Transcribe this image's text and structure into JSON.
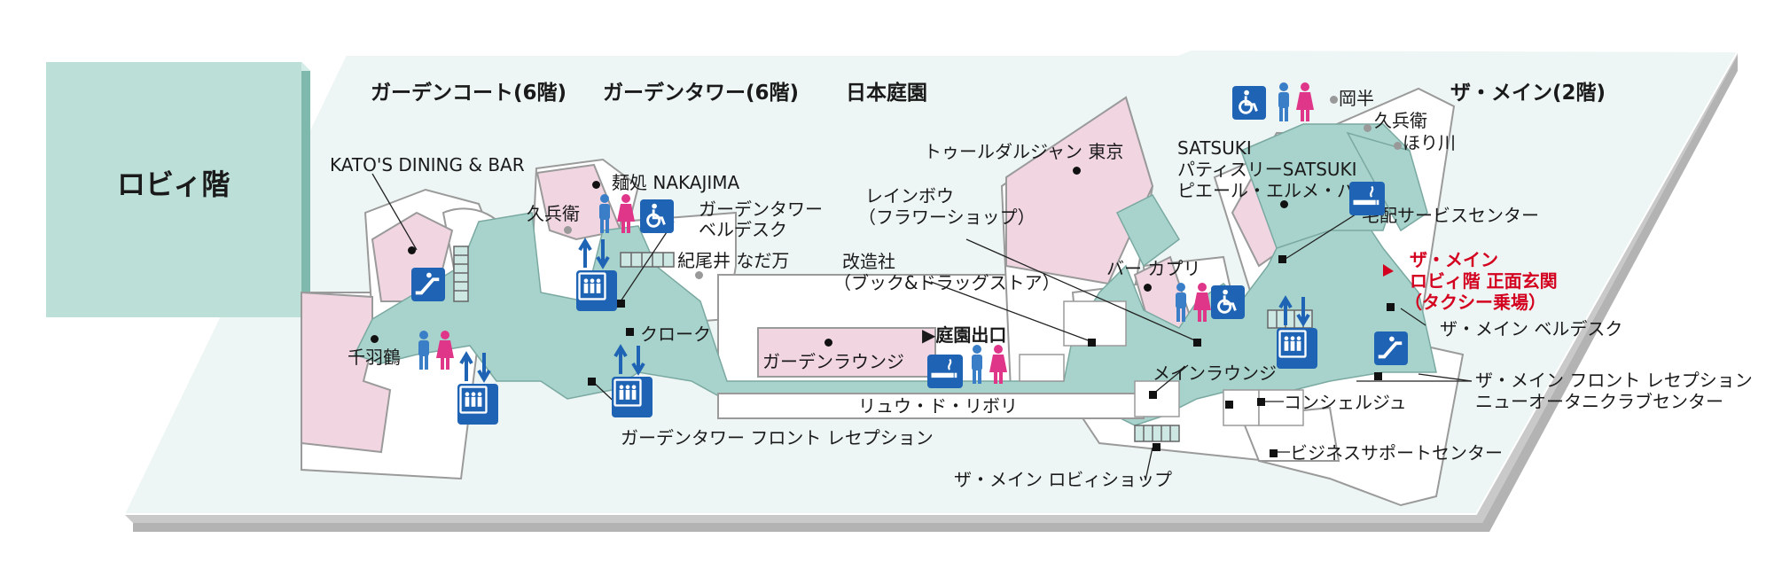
{
  "floor_title": "ロビィ階",
  "buildings": {
    "garden_court": "ガーデンコート(6階)",
    "garden_tower": "ガーデンタワー(6階)",
    "garden": "日本庭園",
    "the_main": "ザ・メイン(2階)"
  },
  "places": {
    "katos": "KATO'S DINING & BAR",
    "nakajima": "麺処 NAKAJIMA",
    "kyubey_left": "久兵衛",
    "gt_bell_1": "ガーデンタワー",
    "gt_bell_2": "ベルデスク",
    "kioi": "紀尾井 なだ万",
    "cloak": "クローク",
    "senbazuru": "千羽鶴",
    "garden_lounge": "ガーデンラウンジ",
    "garden_exit": "▶庭園出口",
    "gt_front": "ガーデンタワー フロント レセプション",
    "ryu": "リュウ・ド・リボリ",
    "toulouse": "トゥールダルジャン 東京",
    "rainbow_1": "レインボウ",
    "rainbow_2": "（フラワーショップ）",
    "kaizosha_1": "改造社",
    "kaizosha_2": "（ブック&ドラッグストア）",
    "bar_capri": "バー カプリ",
    "main_lounge": "メインラウンジ",
    "concierge": "コンシェルジュ",
    "main_lobby_shop": "ザ・メイン ロビィショップ",
    "business": "ビジネスサポートセンター",
    "okahan": "岡半",
    "kyubey_right": "久兵衛",
    "horikawa": "ほり川",
    "satsuki": "SATSUKI",
    "patisserie": "パティスリーSATSUKI",
    "pierre": "ピエール・エルメ・パリ",
    "takuhai": "宅配サービスセンター",
    "main_entrance_1": "ザ・メイン",
    "main_entrance_2": "ロビィ階 正面玄関",
    "main_entrance_3": "（タクシー乗場）",
    "main_bell": "ザ・メイン ベルデスク",
    "main_front_1": "ザ・メイン フロント レセプション",
    "main_front_2": "ニューオータニクラブセンター"
  },
  "colors": {
    "corridor": "#a8d3cc",
    "restaurant": "#f1d6e2",
    "floor": "#edf6f4",
    "label_box": "#bcdfd8",
    "icon_blue": "#1f64b4",
    "male": "#3b7ec8",
    "female": "#e0368a",
    "red_text": "#d4001f"
  },
  "icons": [
    "elevator-icon",
    "escalator-icon",
    "wheelchair-icon",
    "smoking-icon",
    "restroom-icon"
  ]
}
